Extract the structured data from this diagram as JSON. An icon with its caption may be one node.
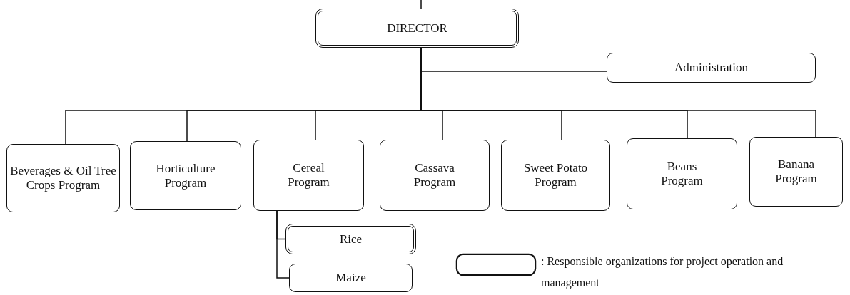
{
  "diagram": {
    "nodes": [
      {
        "text": [
          "DIRECTOR"
        ]
      },
      {
        "text": [
          "Administration"
        ]
      },
      {
        "text": [
          "Beverages & Oil Tree Crops Program"
        ]
      },
      {
        "text": [
          "Horticulture Program"
        ]
      },
      {
        "text": [
          "Cereal Program"
        ]
      },
      {
        "text": [
          "Cassava Program"
        ]
      },
      {
        "text": [
          "Sweet Potato Program"
        ]
      },
      {
        "text": [
          "Beans Program"
        ]
      },
      {
        "text": [
          "Banana Program"
        ]
      },
      {
        "text": [
          "Rice"
        ]
      },
      {
        "text": [
          "Maize"
        ]
      }
    ],
    "edges": [
      {
        "from": null,
        "to": 0,
        "arrow": "none"
      },
      {
        "from": 0,
        "to": 1,
        "arrow": "none"
      },
      {
        "from": 0,
        "to": 2,
        "arrow": "none"
      },
      {
        "from": 0,
        "to": 3,
        "arrow": "none"
      },
      {
        "from": 0,
        "to": 4,
        "arrow": "none"
      },
      {
        "from": 0,
        "to": 5,
        "arrow": "none"
      },
      {
        "from": 0,
        "to": 6,
        "arrow": "none"
      },
      {
        "from": 0,
        "to": 7,
        "arrow": "none"
      },
      {
        "from": 0,
        "to": 8,
        "arrow": "none"
      },
      {
        "from": 4,
        "to": 9,
        "arrow": "none"
      },
      {
        "from": 4,
        "to": 10,
        "arrow": "none"
      }
    ],
    "legend": [
      {
        "text": ": Responsible organizations for project operation and management"
      }
    ]
  }
}
